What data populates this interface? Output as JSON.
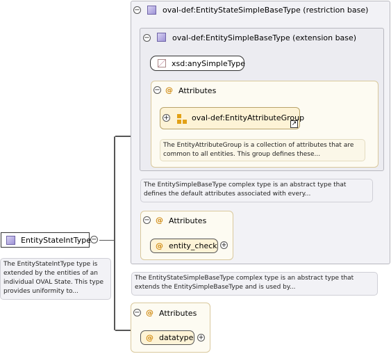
{
  "root": {
    "label": "EntityStateIntType",
    "note": "The EntityStateIntType type is extended by the entities of an individual OVAL State. This type provides uniformity to..."
  },
  "restriction": {
    "label": "oval-def:EntityStateSimpleBaseType (restriction base)",
    "note": "The EntityStateSimpleBaseType complex type is an abstract type that extends the EntitySimpleBaseType and is used by..."
  },
  "extension": {
    "label": "oval-def:EntitySimpleBaseType (extension base)",
    "note": "The EntitySimpleBaseType complex type is an abstract type that defines the default attributes associated with every..."
  },
  "simple_type": {
    "label": "xsd:anySimpleType"
  },
  "attributes_ext": {
    "heading": "Attributes",
    "group_label": "oval-def:EntityAttributeGroup",
    "group_note": "The EntityAttributeGroup is a collection of attributes that are common to all entities. This group defines these..."
  },
  "attributes_restriction": {
    "heading": "Attributes",
    "item": "entity_check"
  },
  "attributes_root": {
    "heading": "Attributes",
    "item": "datatype"
  },
  "glyphs": {
    "collapse": "−",
    "expand": "+",
    "at": "@"
  },
  "colors": {
    "panel_bg": "#f2f2f6",
    "panel_border": "#b8b8bf",
    "attr_bg": "#fdfbf2",
    "attr_border": "#d9c89c",
    "accent_orange": "#d08a10",
    "type_icon": "#9e93d6"
  }
}
